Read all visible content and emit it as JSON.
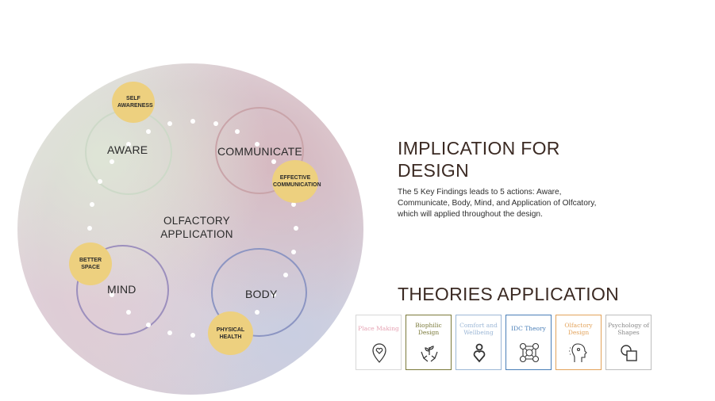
{
  "diagram": {
    "center_label": "OLFACTORY APPLICATION",
    "rings": [
      {
        "label": "AWARE",
        "color": "#c9d6c4"
      },
      {
        "label": "COMMUNICATE",
        "color": "#c9a4a9"
      },
      {
        "label": "MIND",
        "color": "#9c8fbd"
      },
      {
        "label": "BODY",
        "color": "#8c95c2"
      }
    ],
    "badges": [
      {
        "label": "SELF AWARENESS"
      },
      {
        "label": "EFFECTIVE COMMUNICATION"
      },
      {
        "label": "BETTER SPACE"
      },
      {
        "label": "PHYSICAL HEALTH"
      }
    ]
  },
  "implication": {
    "title": "IMPLICATION FOR DESIGN",
    "body": "The 5 Key Findings leads to 5 actions: Aware, Communicate, Body, Mind, and Application of Olfcatory, which will applied throughout the design."
  },
  "theories": {
    "title": "THEORIES APPLICATION",
    "cards": [
      {
        "title": "Place Making",
        "color": "#e6a4b4",
        "icon": "location-heart-icon"
      },
      {
        "title": "Biophilic Design",
        "color": "#7b7a3a",
        "icon": "hands-plant-icon"
      },
      {
        "title": "Comfort and Wellbeing",
        "color": "#9cb7d6",
        "icon": "person-heart-icon"
      },
      {
        "title": "IDC Theory",
        "color": "#4a7fb8",
        "icon": "network-icon"
      },
      {
        "title": "Olfactory Design",
        "color": "#e3a35b",
        "icon": "smell-head-icon"
      },
      {
        "title": "Psychology of Shapes",
        "color": "#a9a9a9",
        "icon": "shapes-icon"
      }
    ]
  }
}
